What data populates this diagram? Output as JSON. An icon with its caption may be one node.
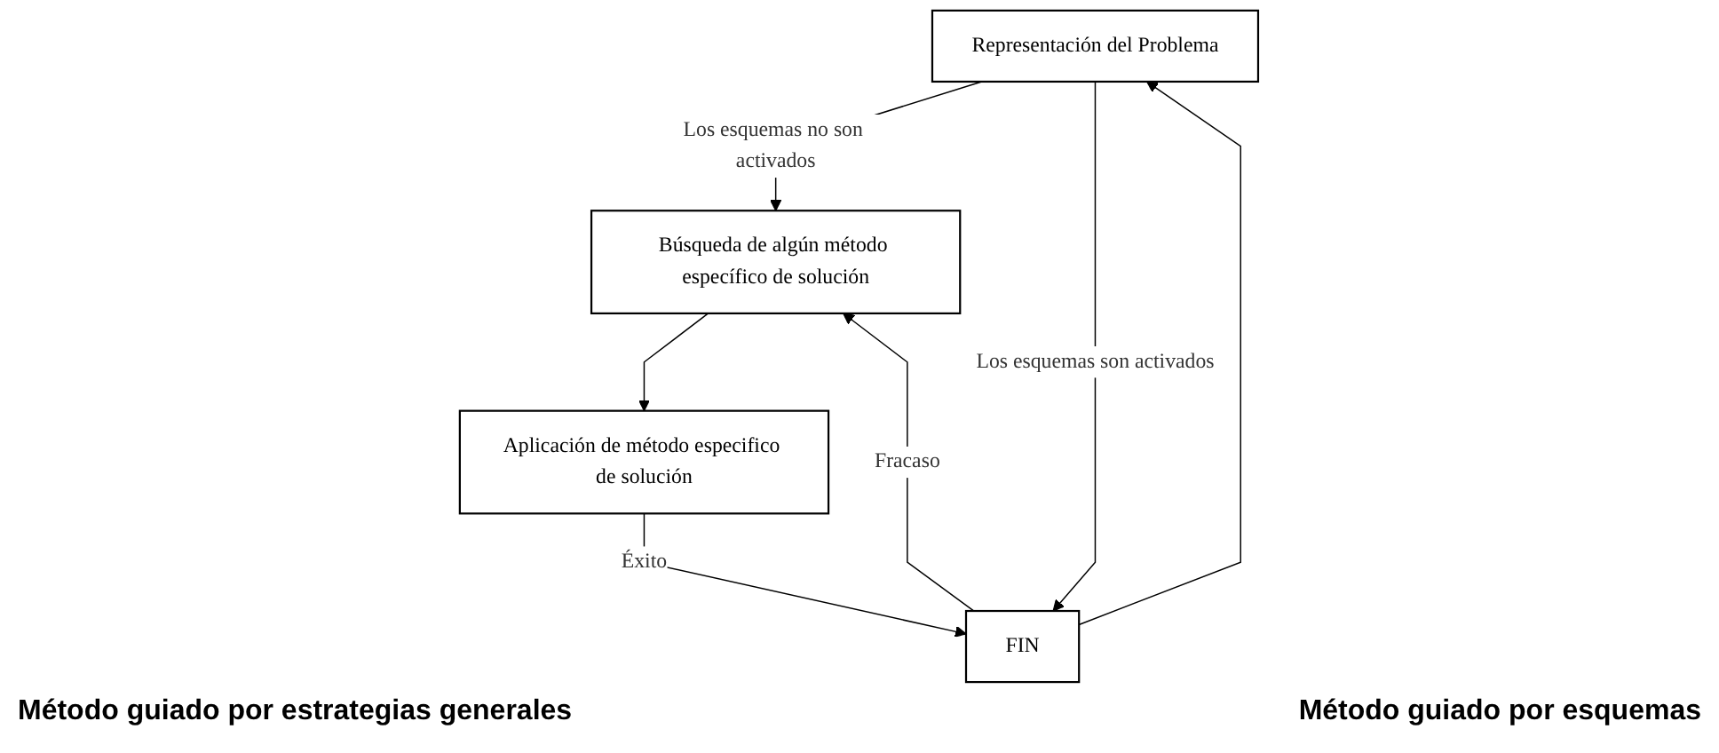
{
  "diagram": {
    "nodes": [
      {
        "text": [
          "Representación del Problema"
        ]
      },
      {
        "text": [
          "Búsqueda de algún método específico de solución"
        ]
      },
      {
        "text": [
          "Aplicación de método especifico de solución"
        ]
      },
      {
        "text": [
          "FIN"
        ]
      }
    ],
    "edges": [
      {
        "from": 0,
        "to": 1,
        "arrow": "to",
        "label": "Los esquemas no son activados"
      },
      {
        "from": 1,
        "to": 2,
        "arrow": "to"
      },
      {
        "from": 2,
        "to": 3,
        "arrow": "to",
        "label": "Éxito"
      },
      {
        "from": 0,
        "to": 3,
        "arrow": "to",
        "label": "Los esquemas son activados"
      },
      {
        "from": 3,
        "to": 1,
        "arrow": "to",
        "label": "Fracaso"
      },
      {
        "from": 3,
        "to": 0,
        "arrow": "to"
      }
    ],
    "labels": [
      "Método guiado por estrategias generales",
      "Método guiado por esquemas"
    ]
  }
}
